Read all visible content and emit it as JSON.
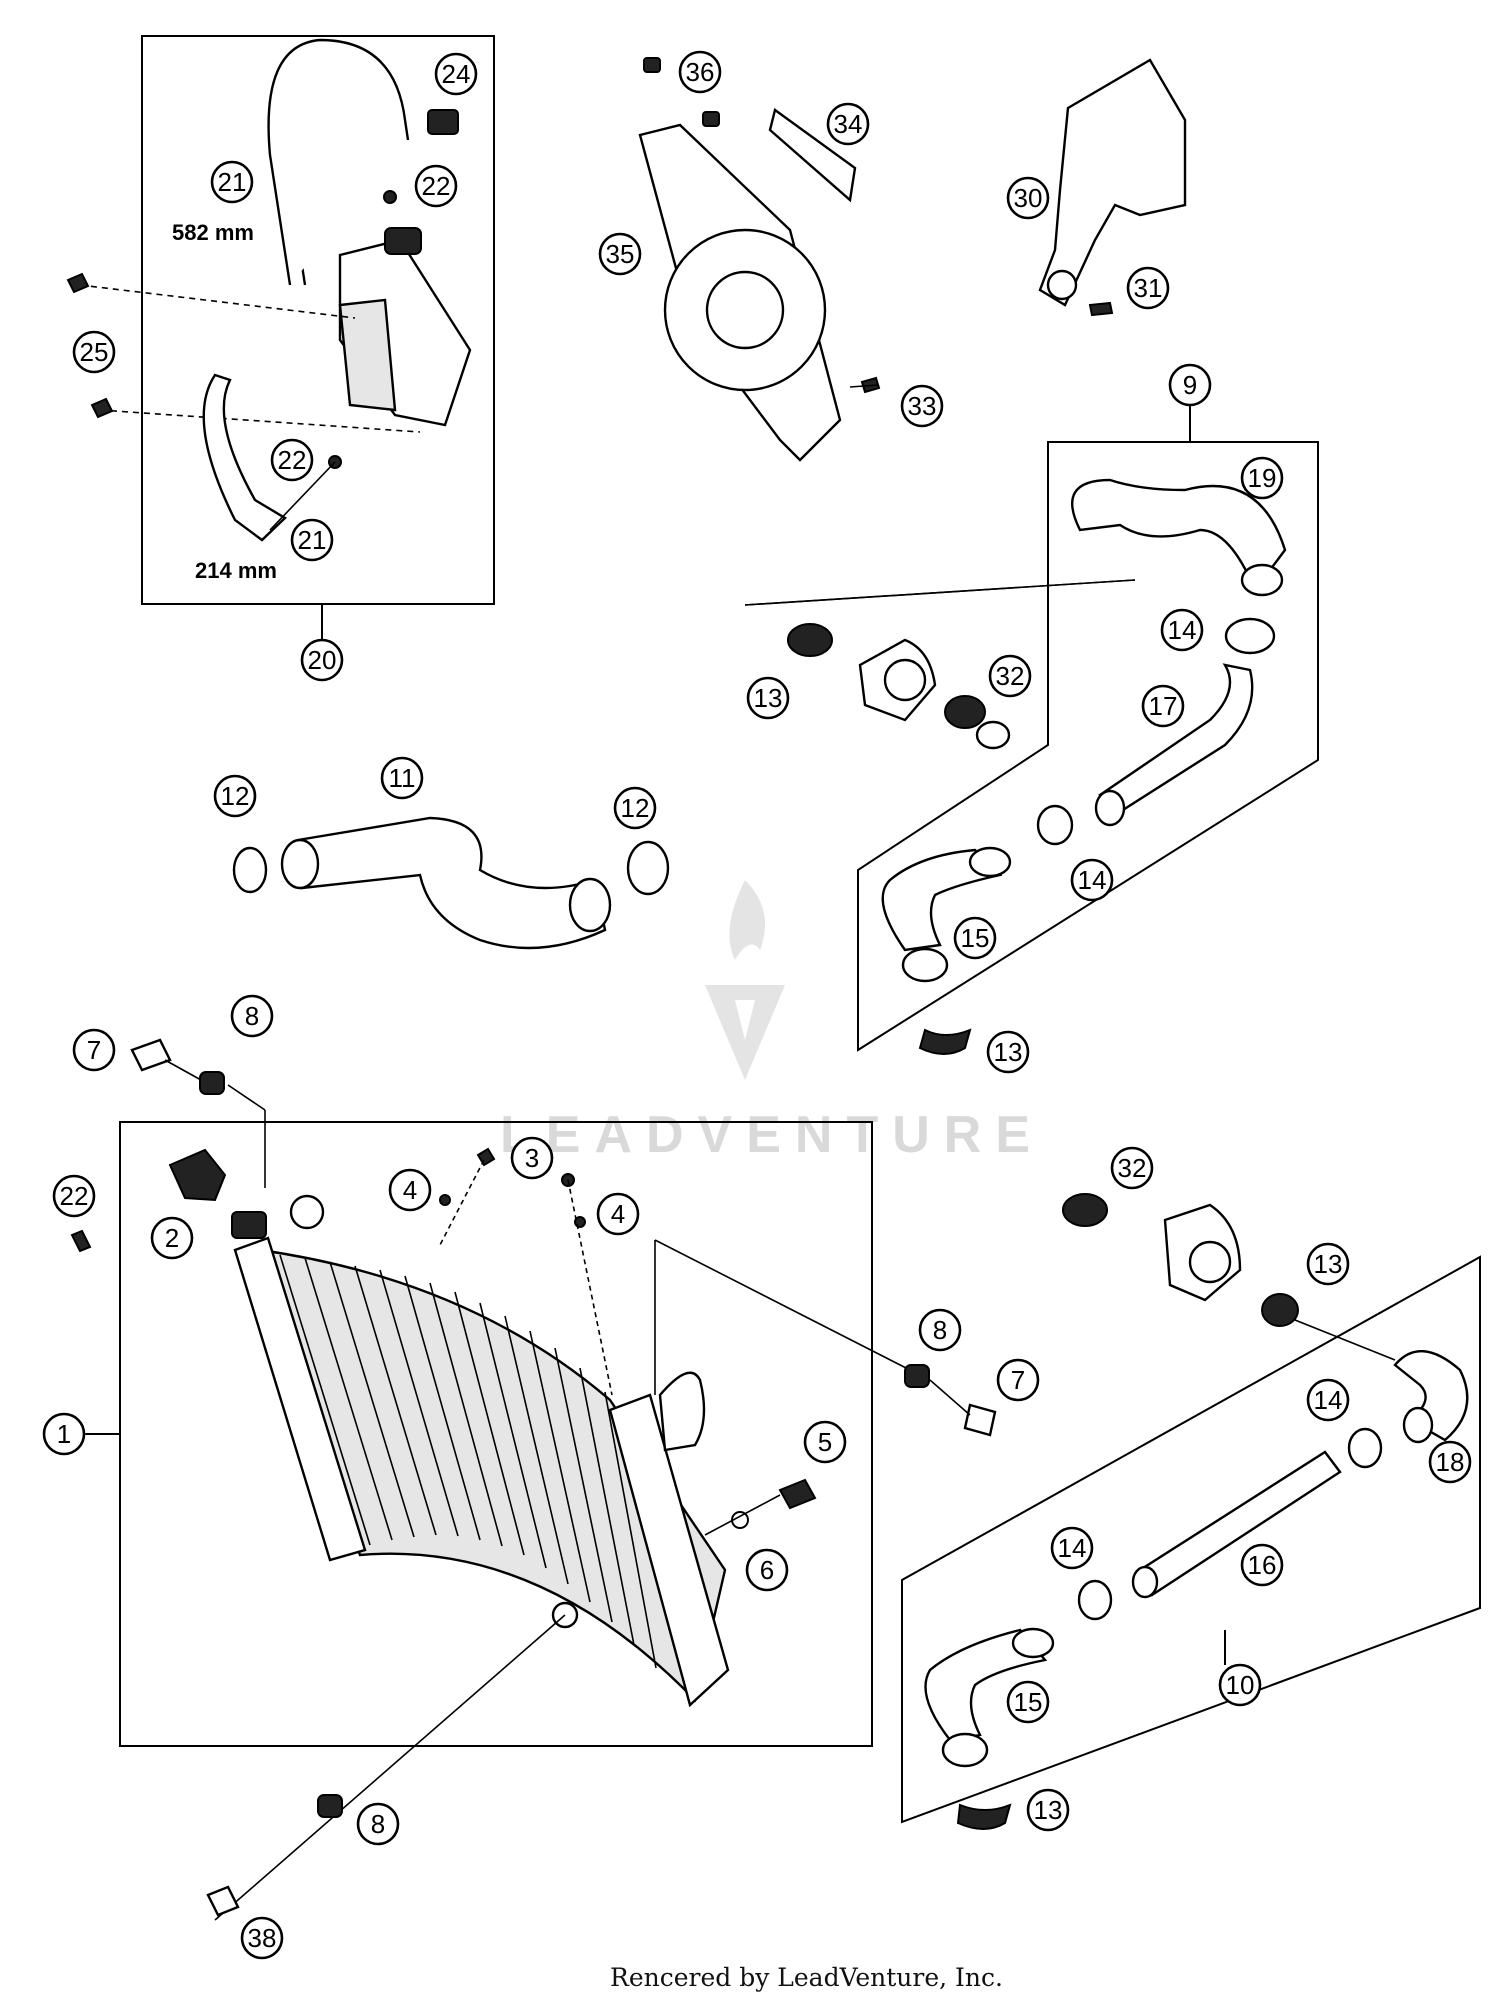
{
  "watermark": "LEADVENTURE",
  "credit": "Rencered by LeadVenture, Inc.",
  "dimensions": {
    "upper_hose": "582 mm",
    "lower_hose": "214 mm"
  },
  "callouts": {
    "c1": "1",
    "c2": "2",
    "c3": "3",
    "c4a": "4",
    "c4b": "4",
    "c5": "5",
    "c6": "6",
    "c7a": "7",
    "c7b": "7",
    "c8a": "8",
    "c8b": "8",
    "c8c": "8",
    "c9": "9",
    "c10": "10",
    "c11": "11",
    "c12a": "12",
    "c12b": "12",
    "c13a": "13",
    "c13b": "13",
    "c13c": "13",
    "c13d": "13",
    "c14a": "14",
    "c14b": "14",
    "c14c": "14",
    "c14d": "14",
    "c15a": "15",
    "c15b": "15",
    "c16": "16",
    "c17": "17",
    "c18": "18",
    "c19": "19",
    "c20": "20",
    "c21a": "21",
    "c21b": "21",
    "c22a": "22",
    "c22b": "22",
    "c22c": "22",
    "c24": "24",
    "c25": "25",
    "c30": "30",
    "c31": "31",
    "c32a": "32",
    "c32b": "32",
    "c33": "33",
    "c34": "34",
    "c35": "35",
    "c36": "36",
    "c38": "38"
  }
}
